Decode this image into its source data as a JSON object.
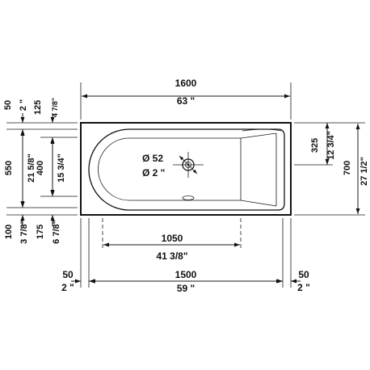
{
  "dimensions": {
    "total_length_mm": "1600",
    "total_length_in": "63 \"",
    "top_rim_mm": "50",
    "top_rim_in": "2 \"",
    "top_inner_mm": "125",
    "top_inner_in": "4 7/8\"",
    "width_mm": "550",
    "width_in": "21 5/8\"",
    "inner_width_mm": "400",
    "inner_width_in": "15 3/4\"",
    "bottom_rim_mm": "100",
    "bottom_rim_in": "3 7/8\"",
    "bottom_inner_mm": "175",
    "bottom_inner_in": "6 7/8\"",
    "drain_dia_mm": "Ø 52",
    "drain_dia_in": "Ø 2 \"",
    "drain_offset_mm": "325",
    "drain_offset_in": "12 3/4\"",
    "total_width_mm": "700",
    "total_width_in": "27 1/2\"",
    "bottom_length_mm": "1050",
    "bottom_length_in": "41 3/8\"",
    "left_rim_mm": "50",
    "left_rim_in": "2 \"",
    "inner_length_mm": "1500",
    "inner_length_in": "59 \"",
    "right_rim_mm": "50",
    "right_rim_in": "2 \""
  }
}
